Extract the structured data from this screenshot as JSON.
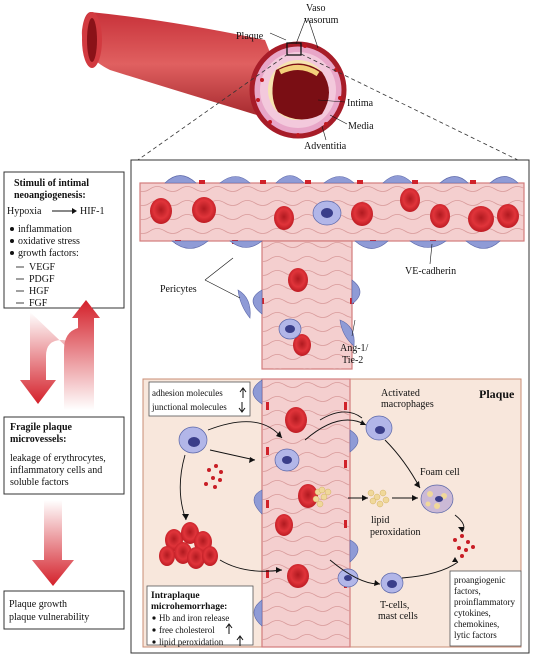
{
  "top_labels": {
    "vaso": "Vaso",
    "vasorum": "vasorum",
    "plaque": "Plaque",
    "intima": "Intima",
    "media": "Media",
    "adventitia": "Adventitia"
  },
  "stimuli_box": {
    "title_line1": "Stimuli of intimal",
    "title_line2": "neoangiogenesis:",
    "hypoxia": "Hypoxia",
    "hif": "HIF-1",
    "bullets": [
      "inflammation",
      "oxidative stress",
      "growth factors:"
    ],
    "growth_factors": [
      "VEGF",
      "PDGF",
      "HGF",
      "FGF"
    ]
  },
  "fragile_box": {
    "title_line1": "Fragile plaque",
    "title_line2": "microvessels:",
    "text_lines": [
      "leakage of erythrocytes,",
      "inflammatory cells and",
      "soluble factors"
    ]
  },
  "outcome_box": {
    "lines": [
      "Plaque growth",
      "plaque vulnerability"
    ]
  },
  "vessel_labels": {
    "pericytes": "Pericytes",
    "ve_cadherin": "VE-cadherin",
    "ang_line1": "Ang-1/",
    "ang_line2": "Tie-2"
  },
  "plaque_panel": {
    "title": "Plaque",
    "adhesion": "adhesion molecules",
    "junctional": "junctional molecules",
    "activated_line1": "Activated",
    "activated_line2": "macrophages",
    "foam": "Foam cell",
    "lipid_line1": "lipid",
    "lipid_line2": "peroxidation",
    "tcells_line1": "T-cells,",
    "tcells_line2": "mast cells",
    "hemorrhage_title1": "Intraplaque",
    "hemorrhage_title2": "microhemorrhage:",
    "hemorrhage_items": [
      "Hb and iron release",
      "free cholesterol",
      "lipid peroxidation"
    ],
    "factors_lines": [
      "proangiogenic",
      "factors,",
      "proinflammatory",
      "cytokines,",
      "chemokines,",
      "lytic factors"
    ]
  },
  "colors": {
    "vessel_wall": "#b8232a",
    "vessel_pink": "#f2c4c4",
    "erythrocyte": "#d0222a",
    "pericyte": "#8f9bd6",
    "plaque_bg": "#f8e7dc",
    "arrow_red": "#d4202a"
  }
}
